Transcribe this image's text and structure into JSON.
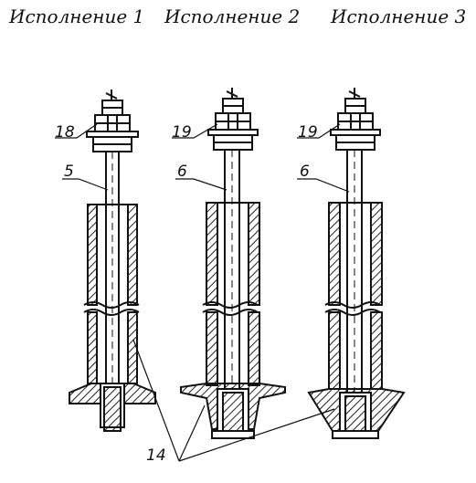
{
  "titles": {
    "v1": "Исполнение 1",
    "v2": "Исполнение 2",
    "v3": "Исполнение 3"
  },
  "callouts": {
    "c18": "18",
    "c19a": "19",
    "c19b": "19",
    "c5": "5",
    "c6a": "6",
    "c6b": "6",
    "c14": "14"
  },
  "colors": {
    "ink": "#111111",
    "hatch": "#222222",
    "background": "#ffffff"
  }
}
